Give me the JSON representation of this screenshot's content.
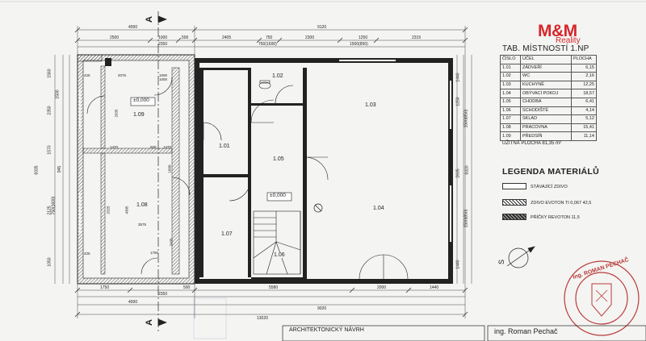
{
  "logo": {
    "brand": "M&M",
    "sub": "Reality"
  },
  "room_table": {
    "title": "TAB. MÍSTNOSTÍ 1.NP",
    "headers": [
      "ČÍSLO",
      "ÚČEL",
      "PLOCHA"
    ],
    "rows": [
      [
        "1.01",
        "ZÁDVEŘÍ",
        "6,15"
      ],
      [
        "1.02",
        "WC",
        "2,16"
      ],
      [
        "1.03",
        "KUCHYNĚ",
        "12,25"
      ],
      [
        "1.04",
        "OBÝVACÍ POKOJ",
        "18,57"
      ],
      [
        "1.05",
        "CHODBA",
        "6,41"
      ],
      [
        "1.06",
        "SCHODIŠTĚ",
        "4,14"
      ],
      [
        "1.07",
        "SKLAD",
        "5,12"
      ],
      [
        "1.08",
        "PRACOVNA",
        "15,41"
      ],
      [
        "1.09",
        "PŘEDSÍŇ",
        "11,14"
      ]
    ],
    "total": "UŽITNÁ PLOCHA 81,35 m²"
  },
  "legend": {
    "title": "LEGENDA MATERIÁLŮ",
    "items": [
      "STÁVAJÍCÍ ZDIVO",
      "ZDIVO EVOTON  TI 0,067 42,5",
      "PŘÍČKY REVOTON 11,5"
    ]
  },
  "rooms": {
    "r101": "1.01",
    "r102": "1.02",
    "r103": "1.03",
    "r104": "1.04",
    "r105": "1.05",
    "r106": "1.06",
    "r107": "1.07",
    "r108": "1.08",
    "r109": "1.09"
  },
  "levels": {
    "l1": "±0,000",
    "l2": "±0,000"
  },
  "section_marks": {
    "top": "A",
    "bottom": "A"
  },
  "north": "S",
  "dims": {
    "top": {
      "row1": [
        "4000",
        "9120"
      ],
      "row2": [
        "2500",
        "1000",
        "500",
        "2405",
        "750",
        "2300",
        "1250",
        "2315"
      ],
      "row3": [
        "2350",
        "750(1600)",
        "1500(850)"
      ]
    },
    "bottom": {
      "row1": [
        "1750",
        "500",
        "5580",
        "2000",
        "1440"
      ],
      "row2": [
        "4000",
        "2350"
      ],
      "row3": [
        "9020"
      ],
      "row4": [
        "13020"
      ]
    },
    "left": [
      "1560",
      "1500",
      "2350",
      "1570",
      "8335",
      "945",
      "2125",
      "750(1600)",
      "1050"
    ],
    "right": [
      "1440",
      "1250",
      "1500(850)",
      "2635",
      "1500(850)",
      "1440",
      "8320"
    ],
    "interior": [
      "425",
      "2075",
      "1000",
      "2935",
      "1470",
      "500",
      "1470",
      "2325",
      "4305",
      "3575",
      "425",
      "1750",
      "1600",
      "2435",
      "1000"
    ]
  },
  "footer": {
    "project": "ARCHITEKTONICKÝ NÁVRH",
    "author": "ing. Roman Pechač"
  },
  "stamp": {
    "name": "Ing. ROMAN PECHAČ"
  }
}
